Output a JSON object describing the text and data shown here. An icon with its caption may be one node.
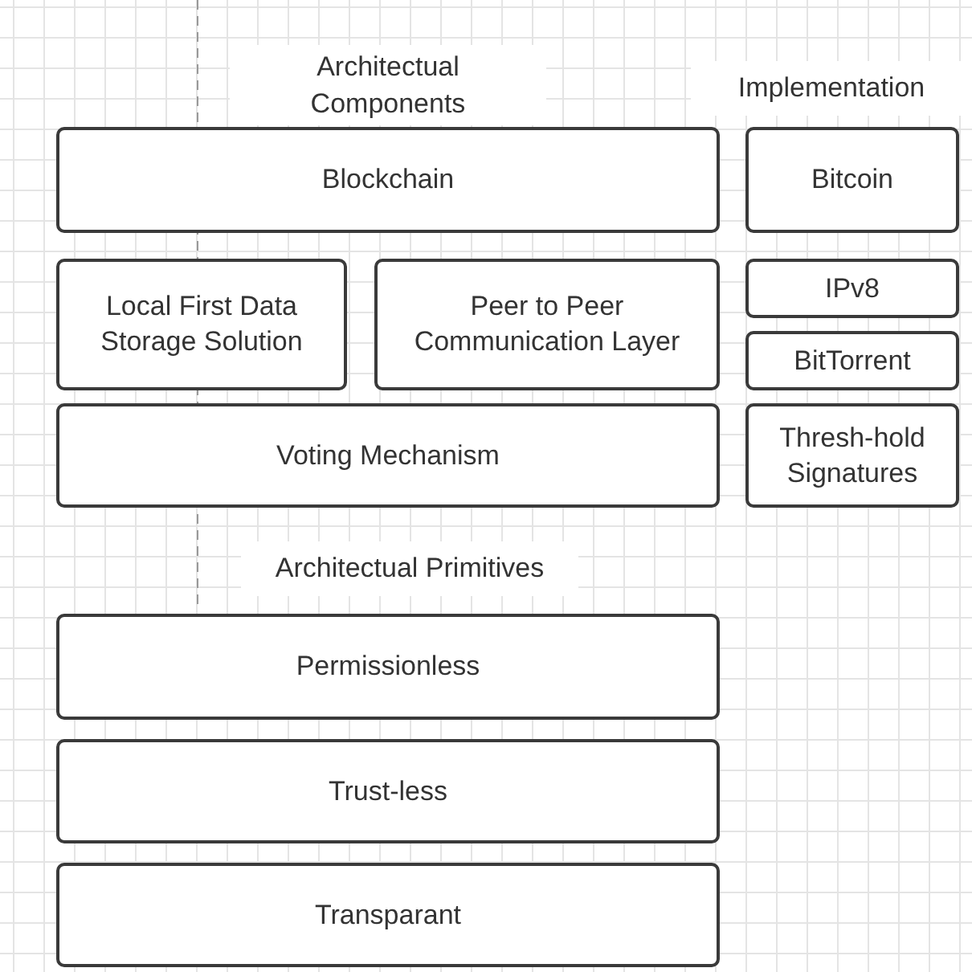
{
  "diagram": {
    "nodes": [
      {
        "text": [
          "Blockchain"
        ]
      },
      {
        "text": [
          "Local First Data Storage Solution"
        ]
      },
      {
        "text": [
          "Peer to Peer Communication Layer"
        ]
      },
      {
        "text": [
          "Voting Mechanism"
        ]
      },
      {
        "text": [
          "Permissionless"
        ]
      },
      {
        "text": [
          "Trust-less"
        ]
      },
      {
        "text": [
          "Transparant"
        ]
      },
      {
        "text": [
          "Bitcoin"
        ]
      },
      {
        "text": [
          "IPv8"
        ]
      },
      {
        "text": [
          "BitTorrent"
        ]
      },
      {
        "text": [
          "Thresh-hold Signatures"
        ]
      }
    ],
    "edges": [],
    "labels": [
      "Architectual Components",
      "Implementation",
      "Architectual Primitives"
    ]
  }
}
